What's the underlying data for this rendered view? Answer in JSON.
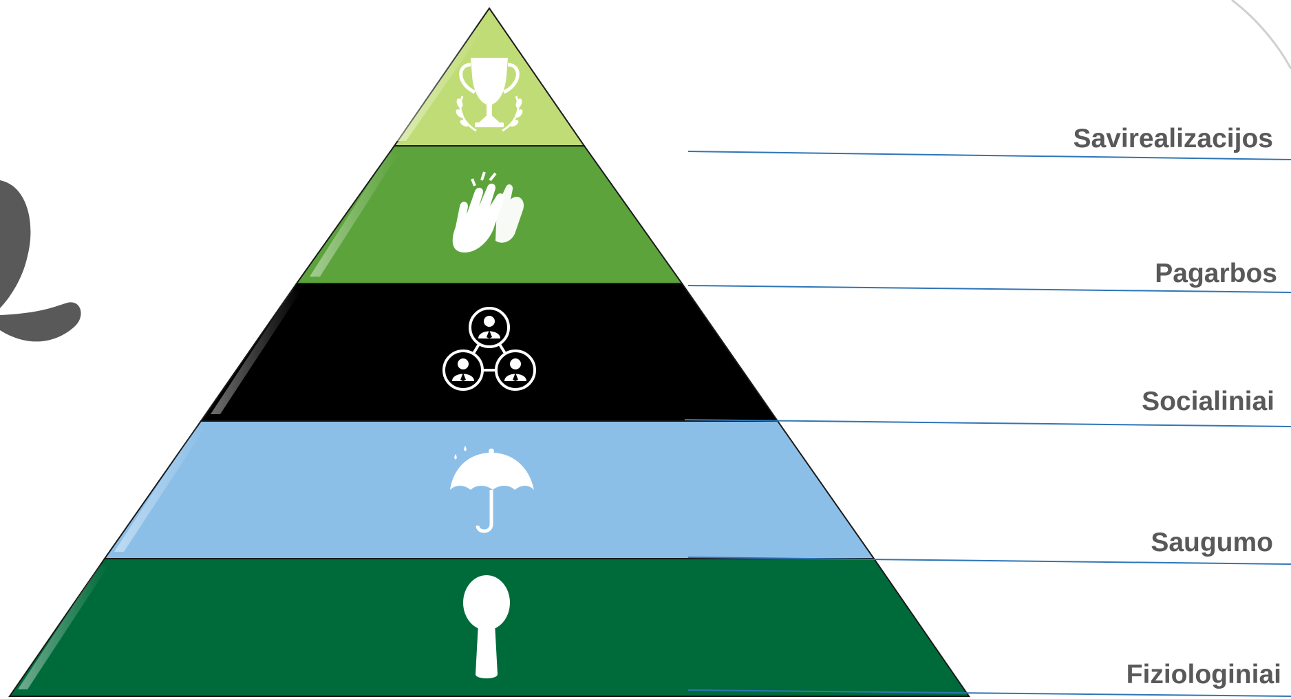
{
  "pyramid": {
    "levels": [
      {
        "label": "Savirealizacijos",
        "icon": "trophy-laurel-icon",
        "color": "#C0DC76"
      },
      {
        "label": "Pagarbos",
        "icon": "clapping-hands-icon",
        "color": "#5CA33C"
      },
      {
        "label": "Socialiniai",
        "icon": "people-network-icon",
        "color": "#000000"
      },
      {
        "label": "Saugumo",
        "icon": "umbrella-rain-icon",
        "color": "#8CBFE8"
      },
      {
        "label": "Fiziologiniai",
        "icon": "spoon-icon",
        "color": "#006B3A"
      }
    ],
    "label_color": "#595959",
    "leader_line_color": "#2E75B6",
    "outline_color": "#1A1A1A",
    "icon_color": "#FFFFFF",
    "decor_color": "#595959"
  }
}
